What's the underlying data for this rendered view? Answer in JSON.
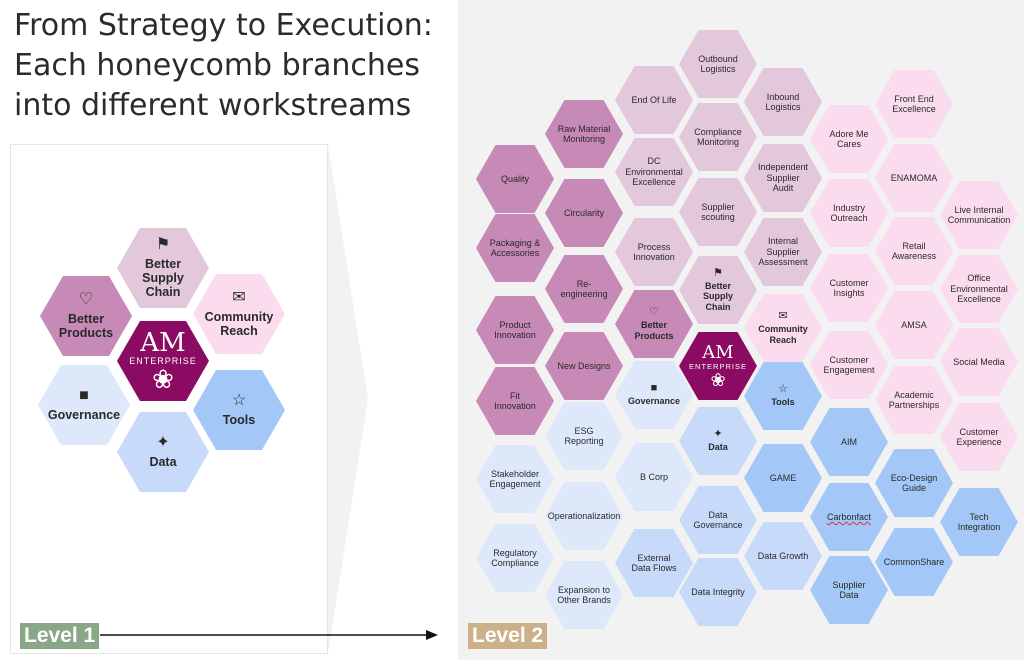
{
  "title_lines": [
    "From Strategy to Execution:",
    "Each honeycomb branches",
    "into different workstreams"
  ],
  "levels": {
    "level1": "Level 1",
    "level2": "Level 2"
  },
  "brand": {
    "mark": "AM",
    "name": "ENTERPRISE"
  },
  "colors": {
    "deep_purple": "#8b0a62",
    "mauve": "#c789b5",
    "mauve_light": "#e3c7da",
    "pink_light": "#fbdcef",
    "blue_light": "#dde9fb",
    "blue_mid": "#c7dafa",
    "blue": "#a3c8f7",
    "level1_tag": "#8aa888",
    "level2_tag": "#cbb08a"
  },
  "level1": [
    {
      "label": "Better Supply Chain",
      "icon": "map-pin-icon",
      "color": "#e3c7da"
    },
    {
      "label": "Better Products",
      "icon": "lingerie-icon",
      "color": "#c789b5"
    },
    {
      "label": "Community Reach",
      "icon": "heart-mail-icon",
      "color": "#fbdcef"
    },
    {
      "label": "",
      "icon": "bee-icon",
      "color": "#8b0a62",
      "center": true
    },
    {
      "label": "Governance",
      "icon": "toggle-icon",
      "color": "#dde9fb"
    },
    {
      "label": "Tools",
      "icon": "lightbulb-icon",
      "color": "#a3c8f7"
    },
    {
      "label": "Data",
      "icon": "sparkle-icon",
      "color": "#c7dafa"
    }
  ],
  "level2": [
    {
      "label": "Outbound Logistics",
      "color": "#e3c7da"
    },
    {
      "label": "End Of Life",
      "color": "#e3c7da"
    },
    {
      "label": "Inbound Logistics",
      "color": "#e3c7da"
    },
    {
      "label": "Front End Excellence",
      "color": "#fbdcef"
    },
    {
      "label": "Raw Material Monitoring",
      "color": "#c789b5"
    },
    {
      "label": "Compliance Monitoring",
      "color": "#e3c7da"
    },
    {
      "label": "Adore Me Cares",
      "color": "#fbdcef"
    },
    {
      "label": "Quality",
      "color": "#c789b5"
    },
    {
      "label": "DC Environmental Excellence",
      "color": "#e3c7da"
    },
    {
      "label": "Independent Supplier Audit",
      "color": "#e3c7da"
    },
    {
      "label": "ENAMOMA",
      "color": "#fbdcef"
    },
    {
      "label": "Circularity",
      "color": "#c789b5"
    },
    {
      "label": "Supplier scouting",
      "color": "#e3c7da"
    },
    {
      "label": "Industry Outreach",
      "color": "#fbdcef"
    },
    {
      "label": "Live Internal Communication",
      "color": "#fbdcef"
    },
    {
      "label": "Packaging & Accessories",
      "color": "#c789b5"
    },
    {
      "label": "Process Innovation",
      "color": "#e3c7da"
    },
    {
      "label": "Internal Supplier Assessment",
      "color": "#e3c7da"
    },
    {
      "label": "Retail Awareness",
      "color": "#fbdcef"
    },
    {
      "label": "Re-engineering",
      "color": "#c789b5"
    },
    {
      "label": "Better Supply Chain",
      "color": "#e3c7da",
      "icon": "map-pin-icon",
      "bold": true
    },
    {
      "label": "Customer Insights",
      "color": "#fbdcef"
    },
    {
      "label": "Office Environmental Excellence",
      "color": "#fbdcef"
    },
    {
      "label": "Product Innovation",
      "color": "#c789b5"
    },
    {
      "label": "Better Products",
      "color": "#c789b5",
      "icon": "lingerie-icon",
      "bold": true
    },
    {
      "label": "Community Reach",
      "color": "#fbdcef",
      "icon": "heart-mail-icon",
      "bold": true
    },
    {
      "label": "AMSA",
      "color": "#fbdcef"
    },
    {
      "label": "New Designs",
      "color": "#c789b5"
    },
    {
      "label": "",
      "color": "#8b0a62",
      "icon": "bee-icon",
      "center": true
    },
    {
      "label": "Customer Engagement",
      "color": "#fbdcef"
    },
    {
      "label": "Social Media",
      "color": "#fbdcef"
    },
    {
      "label": "Fit Innovation",
      "color": "#c789b5"
    },
    {
      "label": "Governance",
      "color": "#dde9fb",
      "icon": "toggle-icon",
      "bold": true
    },
    {
      "label": "Tools",
      "color": "#a3c8f7",
      "icon": "lightbulb-icon",
      "bold": true
    },
    {
      "label": "Academic Partnerships",
      "color": "#fbdcef"
    },
    {
      "label": "ESG Reporting",
      "color": "#dde9fb"
    },
    {
      "label": "Data",
      "color": "#c7dafa",
      "icon": "sparkle-icon",
      "bold": true
    },
    {
      "label": "AIM",
      "color": "#a3c8f7"
    },
    {
      "label": "Customer Experience",
      "color": "#fbdcef"
    },
    {
      "label": "Stakeholder Engagement",
      "color": "#dde9fb"
    },
    {
      "label": "B Corp",
      "color": "#dde9fb"
    },
    {
      "label": "GAME",
      "color": "#a3c8f7"
    },
    {
      "label": "Eco-Design Guide",
      "color": "#a3c8f7"
    },
    {
      "label": "Operationalization",
      "color": "#dde9fb"
    },
    {
      "label": "Data Governance",
      "color": "#c7dafa"
    },
    {
      "label": "Carbonfact",
      "color": "#a3c8f7",
      "underline": true
    },
    {
      "label": "Tech Integration",
      "color": "#a3c8f7"
    },
    {
      "label": "Regulatory Compliance",
      "color": "#dde9fb"
    },
    {
      "label": "External Data Flows",
      "color": "#c7dafa"
    },
    {
      "label": "Data Growth",
      "color": "#c7dafa"
    },
    {
      "label": "CommonShare",
      "color": "#a3c8f7"
    },
    {
      "label": "Expansion to Other Brands",
      "color": "#dde9fb"
    },
    {
      "label": "Data Integrity",
      "color": "#c7dafa"
    },
    {
      "label": "Supplier Data",
      "color": "#a3c8f7"
    }
  ]
}
